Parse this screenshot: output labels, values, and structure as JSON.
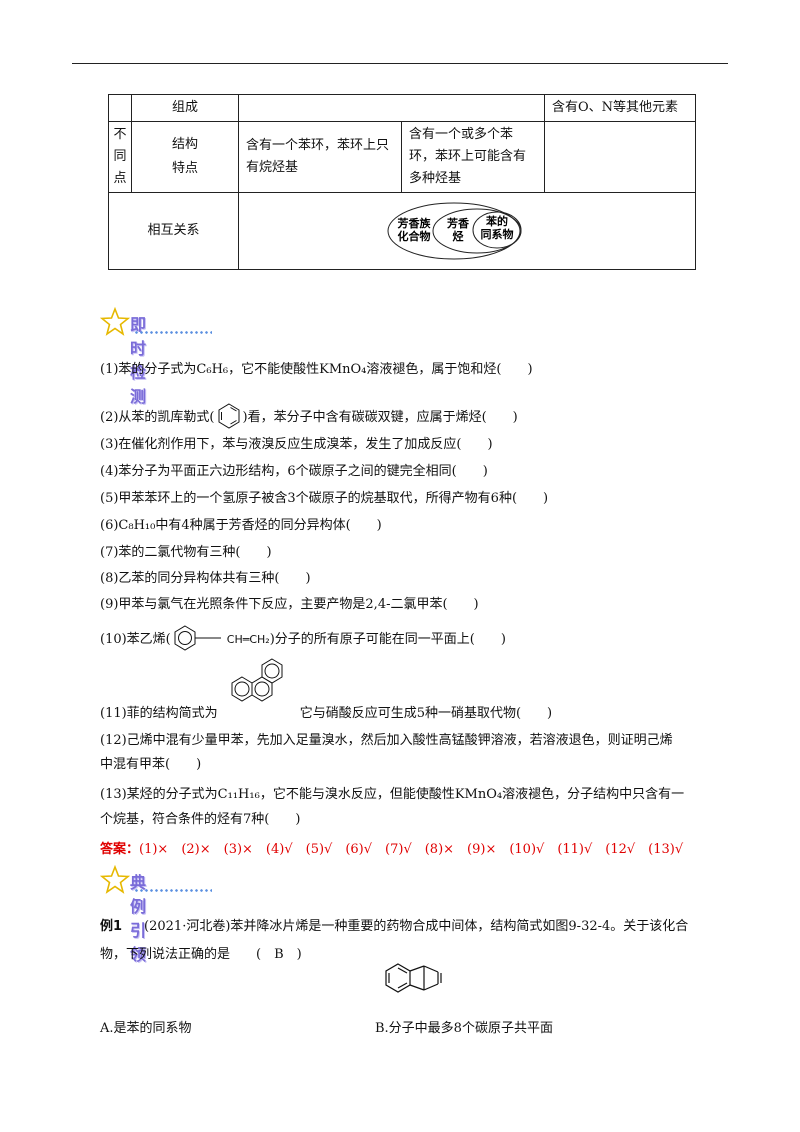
{
  "table": {
    "row_composition": {
      "label": "组成",
      "col4": "含有O、N等其他元素"
    },
    "diff_label": "不同点",
    "row_structure": {
      "label": "结构特点",
      "col3": "含有一个苯环，苯环上只有烷烃基",
      "col4": "含有一个或多个苯环，苯环上可能含有多种烃基"
    },
    "row_relation": {
      "label": "相互关系",
      "outer": "芳香族化合物",
      "middle": "芳香烃",
      "inner": "苯的同系物"
    }
  },
  "section1": {
    "title": "即时检测"
  },
  "q1": "(1)苯的分子式为C₆H₆，它不能使酸性KMnO₄溶液褪色，属于饱和烃(　　)",
  "q2a": "(2)从苯的凯库勒式(",
  "q2b": ")看，苯分子中含有碳碳双键，应属于烯烃(　　)",
  "q3": "(3)在催化剂作用下，苯与液溴反应生成溴苯，发生了加成反应(　　)",
  "q4": "(4)苯分子为平面正六边形结构，6个碳原子之间的键完全相同(　　)",
  "q5": "(5)甲苯苯环上的一个氢原子被含3个碳原子的烷基取代，所得产物有6种(　　)",
  "q6": "(6)C₈H₁₀中有4种属于芳香烃的同分异构体(　　)",
  "q7": "(7)苯的二氯代物有三种(　　)",
  "q8": "(8)乙苯的同分异构体共有三种(　　)",
  "q9": "(9)甲苯与氯气在光照条件下反应，主要产物是2,4-二氯甲苯(　　)",
  "q10a": "(10)苯乙烯(",
  "q10_struct": "CH═CH₂",
  "q10b": ")分子的所有原子可能在同一平面上(　　)",
  "q11a": "(11)菲的结构简式为",
  "q11b": "它与硝酸反应可生成5种一硝基取代物(　　)",
  "q12a": "(12)己烯中混有少量甲苯，先加入足量溴水，然后加入酸性高锰酸钾溶液，若溶液退色，则证明己烯",
  "q12b": "中混有甲苯(　　)",
  "q13a": "(13)某烃的分子式为C₁₁H₁₆，它不能与溴水反应，但能使酸性KMnO₄溶液褪色，分子结构中只含有一",
  "q13b": "个烷基，符合条件的烃有7种(　　)",
  "answer": {
    "label": "答案：",
    "text": "(1)×　(2)×　(3)×　(4)√　(5)√　(6)√　(7)√　(8)×　(9)×　(10)√　(11)√　(12√　(13)√"
  },
  "section2": {
    "title": "典例引领"
  },
  "example": {
    "label": "例1",
    "line1": "(2021·河北卷)苯并降冰片烯是一种重要的药物合成中间体，结构简式如图9-32-4。关于该化合",
    "line2": "物，下列说法正确的是　　(　B　)",
    "optA": "A.是苯的同系物",
    "optB": "B.分子中最多8个碳原子共平面"
  }
}
